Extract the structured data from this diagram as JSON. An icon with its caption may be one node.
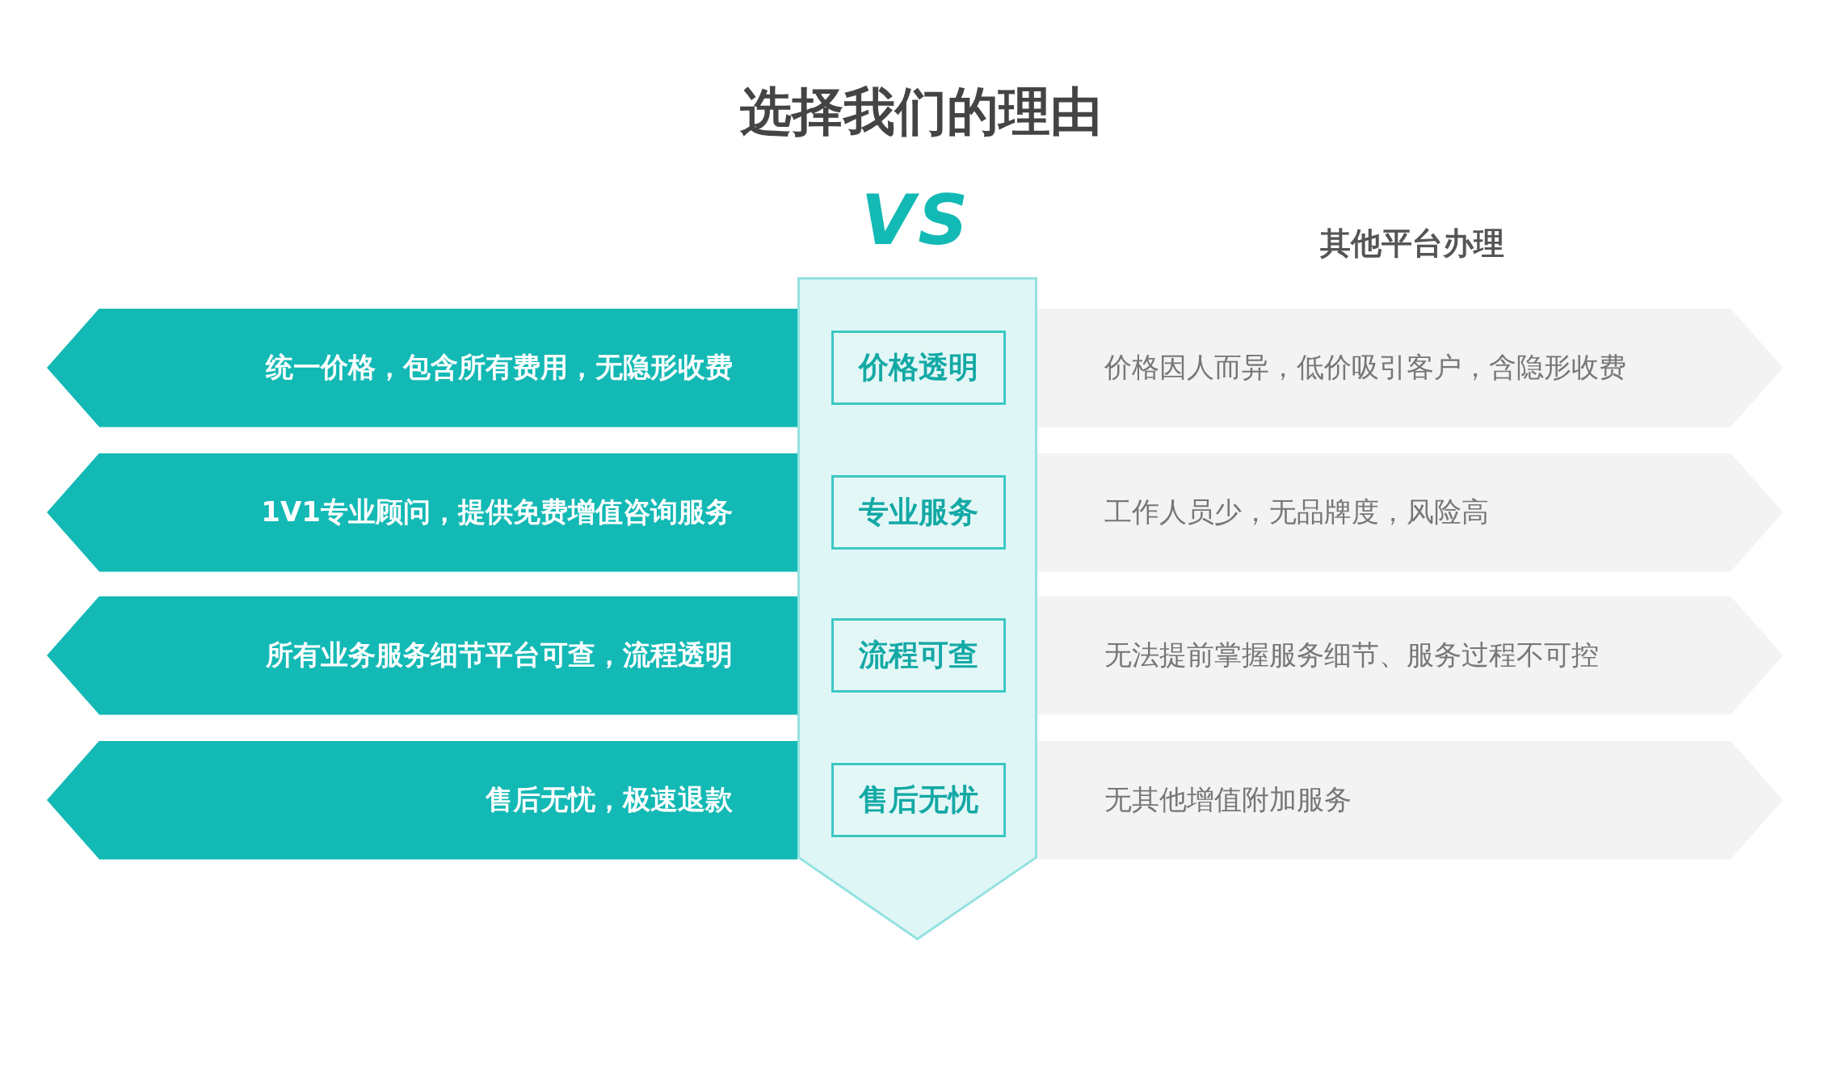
{
  "diagram": {
    "title": "选择我们的理由",
    "nodes": [
      {
        "text": [],
        "shape": "box"
      },
      {
        "text": [
          "统一价格，包含所有费用，无隐形收费"
        ]
      },
      {
        "text": [
          "价格透明"
        ],
        "in": 0
      },
      {
        "text": [
          "价格因人而异，低价吸引客户，含隐形收费"
        ]
      },
      {
        "text": [
          "1V1专业顾问，提供免费增值咨询服务"
        ]
      },
      {
        "text": [
          "专业服务"
        ],
        "in": 0
      },
      {
        "text": [
          "工作人员少，无品牌度，风险高"
        ]
      },
      {
        "text": [
          "所有业务服务细节平台可查，流程透明"
        ]
      },
      {
        "text": [
          "流程可查"
        ],
        "in": 0
      },
      {
        "text": [
          "无法提前掌握服务细节、服务过程不可控"
        ]
      },
      {
        "text": [
          "售后无忧，极速退款"
        ]
      },
      {
        "text": [
          "售后无忧"
        ],
        "in": 0
      },
      {
        "text": [
          "无其他增值附加服务"
        ]
      }
    ],
    "labels": [
      "VS",
      "其他平台办理"
    ]
  }
}
